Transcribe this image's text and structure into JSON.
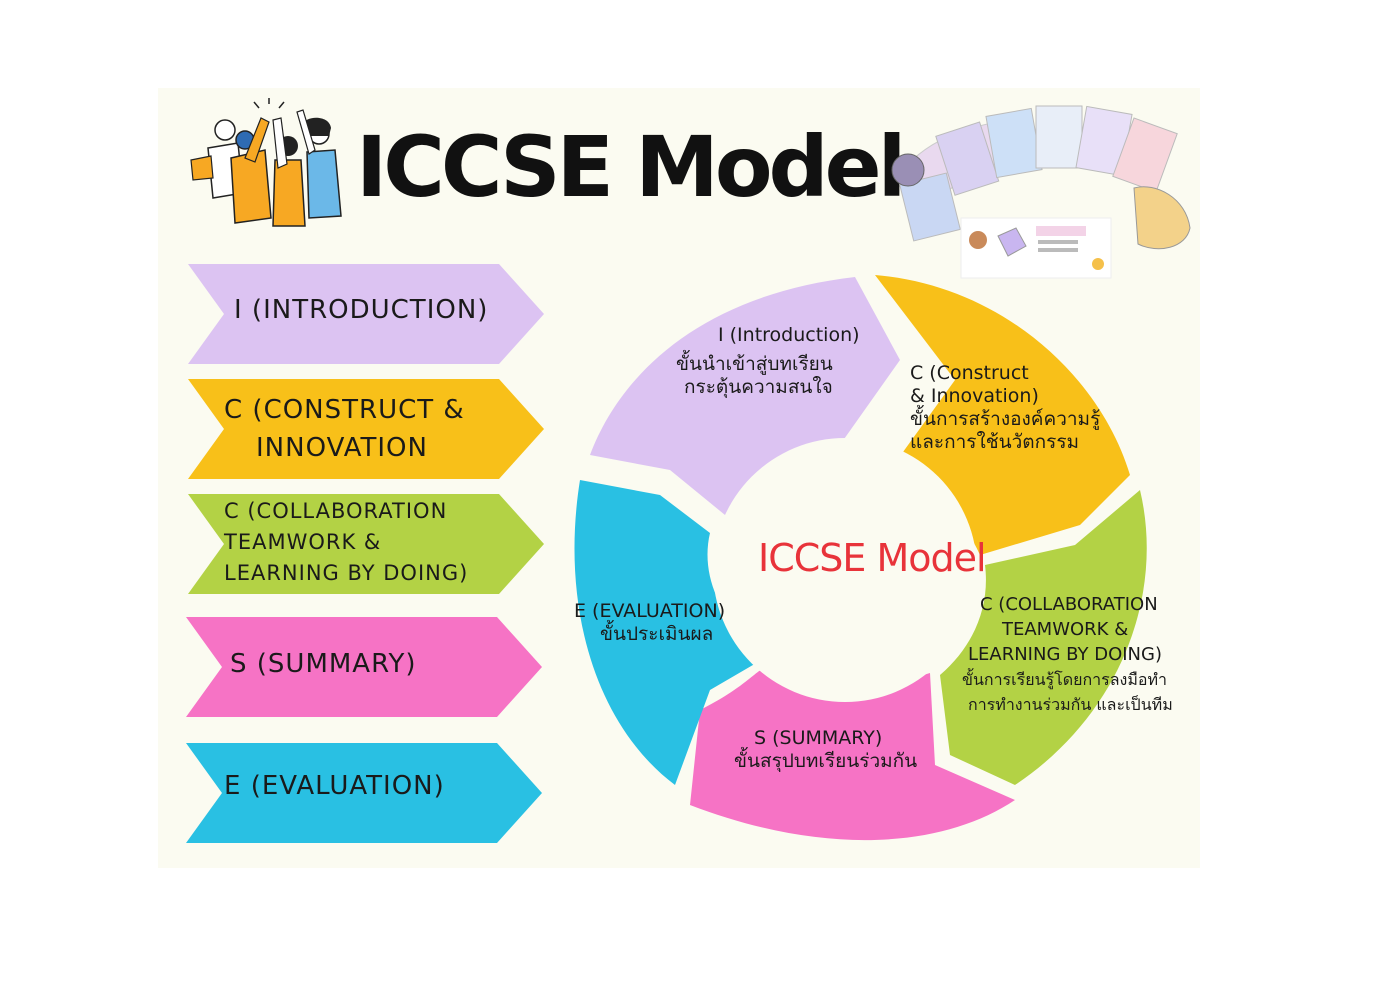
{
  "title": "ICCSE Model",
  "center_label": "ICCSE Model",
  "steps": [
    {
      "arrow_label_1": "I (INTRODUCTION)",
      "arrow_label_2": "",
      "color": "#dcc3f2"
    },
    {
      "arrow_label_1": "C (CONSTRUCT &",
      "arrow_label_2": "INNOVATION",
      "color": "#f8c019"
    },
    {
      "arrow_label_1": "C (COLLABORATION",
      "arrow_label_2": "TEAMWORK &",
      "arrow_label_3": "LEARNING BY DOING)",
      "color": "#b3d245"
    },
    {
      "arrow_label_1": "S (SUMMARY)",
      "arrow_label_2": "",
      "color": "#f673c5"
    },
    {
      "arrow_label_1": "E (EVALUATION)",
      "arrow_label_2": "",
      "color": "#29c0e3"
    }
  ],
  "cycle": {
    "introduction": {
      "line1": "I (Introduction)",
      "line2": "ขั้นนำเข้าสู่บทเรียน",
      "line3": "กระตุ้นความสนใจ"
    },
    "construct": {
      "line1": "C (Construct",
      "line2": "& Innovation)",
      "line3": "ขั้นการสร้างองค์ความรู้",
      "line4": "และการใช้นวัตกรรม"
    },
    "collaboration": {
      "line1": "C (COLLABORATION",
      "line2": "TEAMWORK &",
      "line3": "LEARNING BY DOING)",
      "line4": "ขั้นการเรียนรู้โดยการลงมือทำ",
      "line5": "การทำงานร่วมกัน และเป็นทีม"
    },
    "summary": {
      "line1": "S (SUMMARY)",
      "line2": "ขั้นสรุปบทเรียนร่วมกัน"
    },
    "evaluation": {
      "line1": "E (EVALUATION)",
      "line2": "ขั้นประเมินผล"
    }
  }
}
